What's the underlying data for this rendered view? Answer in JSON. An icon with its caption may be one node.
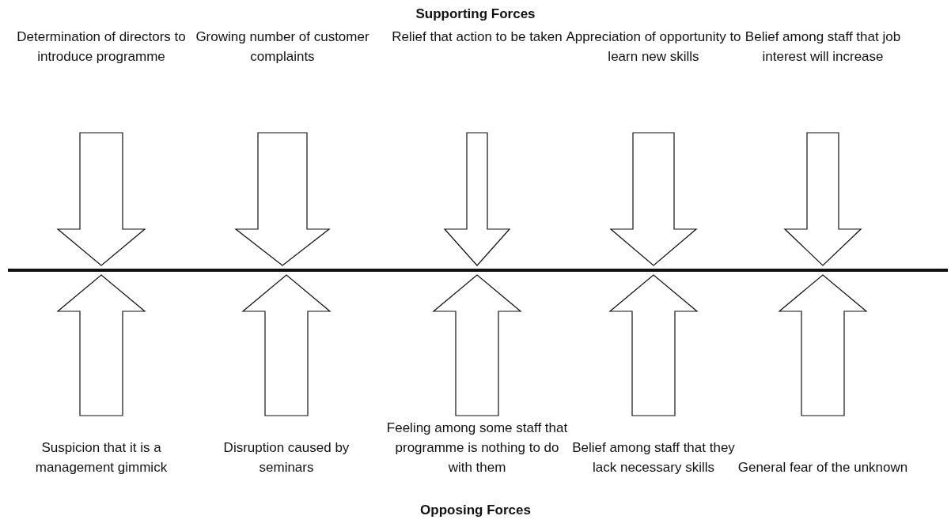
{
  "diagram": {
    "nodes": [
      {
        "text": [
          "Determination of directors to introduce programme"
        ]
      },
      {
        "text": [
          "Growing number of customer complaints"
        ]
      },
      {
        "text": [
          "Relief that action to be taken"
        ]
      },
      {
        "text": [
          "Appreciation of opportunity to learn new skills"
        ]
      },
      {
        "text": [
          "Belief among staff that job interest will increase"
        ]
      },
      {
        "text": [],
        "shape": "bar"
      },
      {
        "text": [
          "Suspicion that it is a management gimmick"
        ]
      },
      {
        "text": [
          "Disruption caused by seminars"
        ]
      },
      {
        "text": [
          "Feeling among some staff that programme is nothing to do with them"
        ]
      },
      {
        "text": [
          "Belief among staff that they lack necessary skills"
        ]
      },
      {
        "text": [
          "General fear of the unknown"
        ]
      }
    ],
    "edges": [
      {
        "from": 0,
        "to": 5,
        "arrow": "to"
      },
      {
        "from": 1,
        "to": 5,
        "arrow": "to"
      },
      {
        "from": 2,
        "to": 5,
        "arrow": "to"
      },
      {
        "from": 3,
        "to": 5,
        "arrow": "to"
      },
      {
        "from": 4,
        "to": 5,
        "arrow": "to"
      },
      {
        "from": 6,
        "to": 5,
        "arrow": "to"
      },
      {
        "from": 7,
        "to": 5,
        "arrow": "to"
      },
      {
        "from": 8,
        "to": 5,
        "arrow": "to"
      },
      {
        "from": 9,
        "to": 5,
        "arrow": "to"
      },
      {
        "from": 10,
        "to": 5,
        "arrow": "to"
      }
    ],
    "labels": [
      "Supporting Forces",
      "Opposing Forces"
    ]
  }
}
